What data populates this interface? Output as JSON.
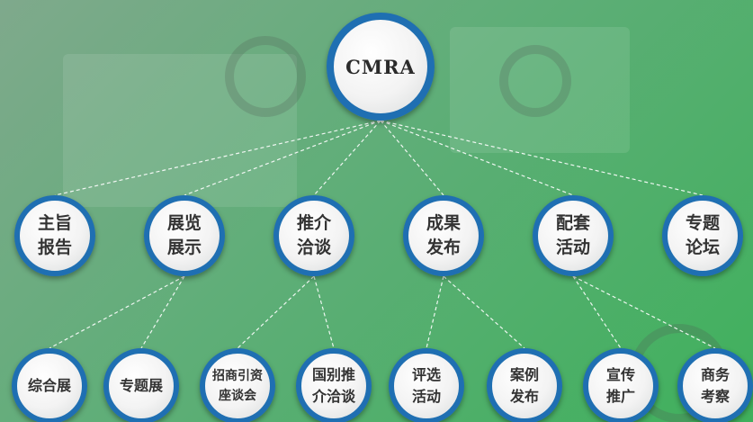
{
  "root": {
    "label": "CMRA"
  },
  "categories": [
    {
      "label": "主旨\n报告"
    },
    {
      "label": "展览\n展示"
    },
    {
      "label": "推介\n洽谈"
    },
    {
      "label": "成果\n发布"
    },
    {
      "label": "配套\n活动"
    },
    {
      "label": "专题\n论坛"
    }
  ],
  "items": [
    {
      "label": "综合展"
    },
    {
      "label": "专题展"
    },
    {
      "label": "招商引资\n座谈会"
    },
    {
      "label": "国别推\n介洽谈"
    },
    {
      "label": "评选\n活动"
    },
    {
      "label": "案例\n发布"
    },
    {
      "label": "宣传\n推广"
    },
    {
      "label": "商务\n考察"
    }
  ],
  "colors": {
    "ring": "#1f6fb2",
    "background": "#4fae6a",
    "connector": "#ffffff"
  }
}
